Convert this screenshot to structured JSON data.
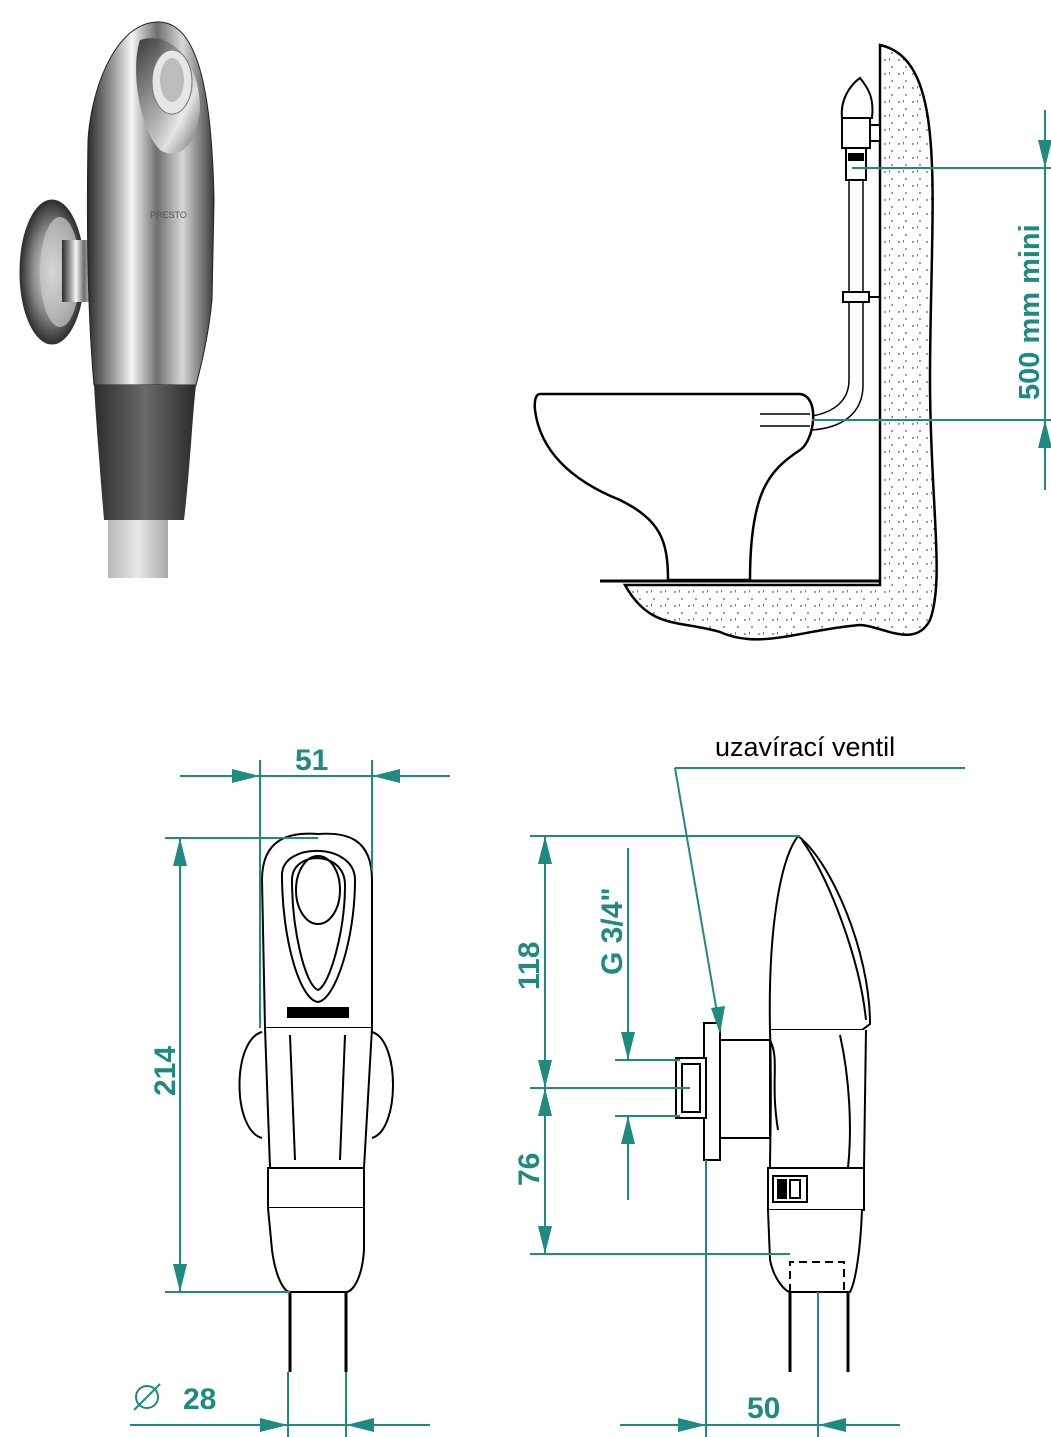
{
  "dimensions": {
    "height_500": "500 mm mini",
    "width_51": "51",
    "height_214": "214",
    "height_118": "118",
    "thread": "G 3/4\"",
    "height_76": "76",
    "diameter": "28",
    "depth_50": "50"
  },
  "labels": {
    "shutoff_valve": "uzavírací ventil"
  },
  "colors": {
    "dimension_lines": "#1f8a80",
    "outline": "#000000",
    "chrome_dark": "#3a3a3a",
    "grip": "#4a4a4a"
  },
  "icons": {
    "diameter_symbol": "diameter-icon"
  }
}
